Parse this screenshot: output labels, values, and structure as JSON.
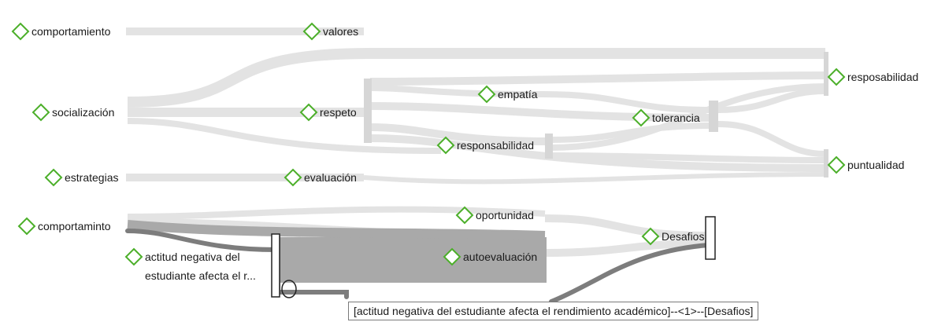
{
  "nodes": {
    "comportamiento": "comportamiento",
    "valores": "valores",
    "socializacion": "socialización",
    "respeto": "respeto",
    "empatia": "empatía",
    "tolerancia": "tolerancia",
    "resposabilidad": "resposabilidad",
    "responsabilidad": "responsabilidad",
    "puntualidad": "puntualidad",
    "estrategias": "estrategias",
    "evaluacion": "evaluación",
    "comportaminto": "comportaminto",
    "oportunidad": "oportunidad",
    "autoevaluacion": "autoevaluación",
    "desafios": "Desafios",
    "actitud_line1": "actitud negativa del",
    "actitud_line2": "estudiante afecta el r..."
  },
  "tooltip": "[actitud negativa del estudiante afecta el rendimiento académico]--<1>--[Desafios]",
  "colors": {
    "diamond": "#4caf2a",
    "link": "#e3e3e3",
    "link_highlight": "#a9a9a9",
    "link_selected": "#7d7d7d",
    "node_bar": "#d6d6d6"
  },
  "icons": [
    "diamond-icon"
  ]
}
